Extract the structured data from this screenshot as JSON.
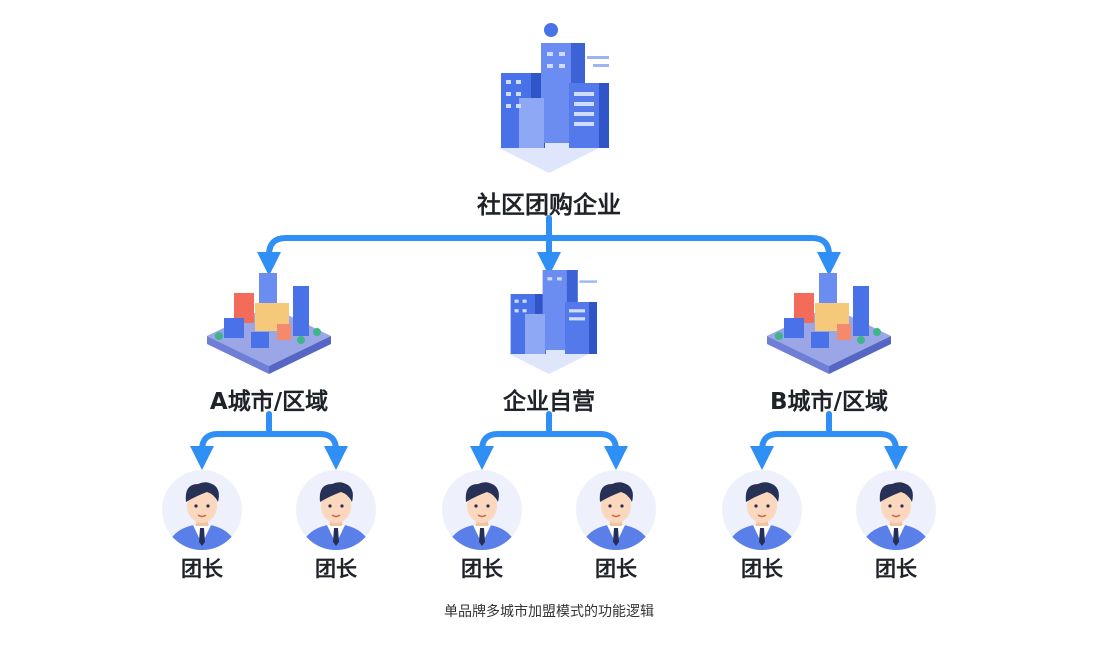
{
  "root": {
    "label": "社区团购企业",
    "icon": "office-buildings-icon"
  },
  "branches": [
    {
      "label": "A城市/区域",
      "icon": "city-block-icon"
    },
    {
      "label": "企业自营",
      "icon": "office-buildings-icon"
    },
    {
      "label": "B城市/区域",
      "icon": "city-block-icon"
    }
  ],
  "leaders": [
    {
      "label": "团长"
    },
    {
      "label": "团长"
    },
    {
      "label": "团长"
    },
    {
      "label": "团长"
    },
    {
      "label": "团长"
    },
    {
      "label": "团长"
    }
  ],
  "caption": "单品牌多城市加盟模式的功能逻辑",
  "colors": {
    "arrow": "#2f8ff5",
    "text": "#1f2329",
    "building": "#4a72e8",
    "avatar_bg": "#eef0fb"
  }
}
